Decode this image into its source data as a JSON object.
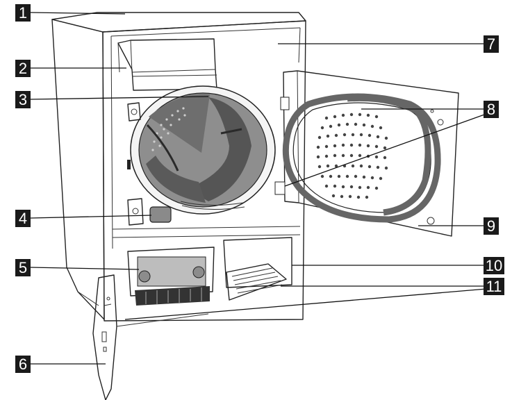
{
  "callouts": [
    {
      "id": "1",
      "label": "1"
    },
    {
      "id": "2",
      "label": "2"
    },
    {
      "id": "3",
      "label": "3"
    },
    {
      "id": "4",
      "label": "4"
    },
    {
      "id": "5",
      "label": "5"
    },
    {
      "id": "6",
      "label": "6"
    },
    {
      "id": "7",
      "label": "7"
    },
    {
      "id": "8",
      "label": "8"
    },
    {
      "id": "9",
      "label": "9"
    },
    {
      "id": "10",
      "label": "10"
    },
    {
      "id": "11",
      "label": "11"
    }
  ]
}
